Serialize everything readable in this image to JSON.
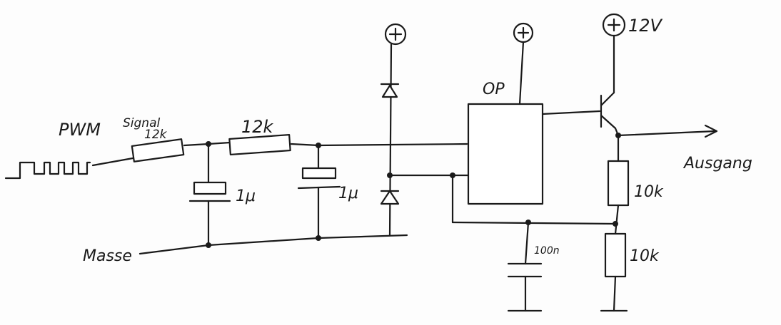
{
  "labels": {
    "pwm": "PWM",
    "signal": "Signal",
    "r_input": "12k",
    "r_filter": "12k",
    "c1": "1μ",
    "c2": "1μ",
    "ground": "Masse",
    "opamp": "OP",
    "c_output": "100n",
    "r_divider_top": "10k",
    "r_divider_bottom": "10k",
    "supply_voltage": "12V",
    "output": "Ausgang",
    "plus_symbol": "+"
  }
}
